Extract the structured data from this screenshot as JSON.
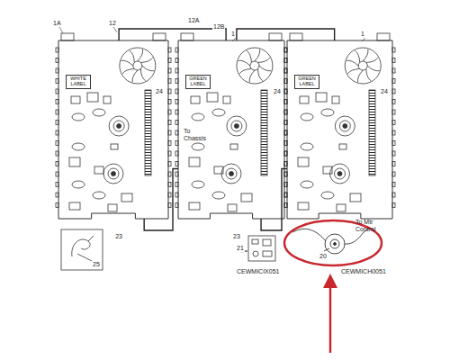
{
  "diagram": {
    "nodes": [
      {
        "text": [
          "WHITE LABEL"
        ]
      },
      {
        "text": [
          "GREEN LABEL"
        ]
      },
      {
        "text": [
          "GREEN LABEL"
        ]
      }
    ],
    "edges": [
      {
        "from": 0,
        "to": 1,
        "arrow": "none"
      },
      {
        "from": 1,
        "to": 2,
        "arrow": "none"
      },
      {
        "from": 0,
        "to": 1,
        "label": "23",
        "arrow": "none"
      },
      {
        "from": 1,
        "to": 2,
        "label": "23",
        "arrow": "none"
      }
    ],
    "labels": [
      "1A",
      "12",
      "12A",
      "12B",
      "1",
      "1",
      "24",
      "24",
      "24",
      "To Chassis",
      "25",
      "21",
      "CEWMICIX051",
      "20",
      "To Mtr Control",
      "CEWMICH0051"
    ]
  }
}
